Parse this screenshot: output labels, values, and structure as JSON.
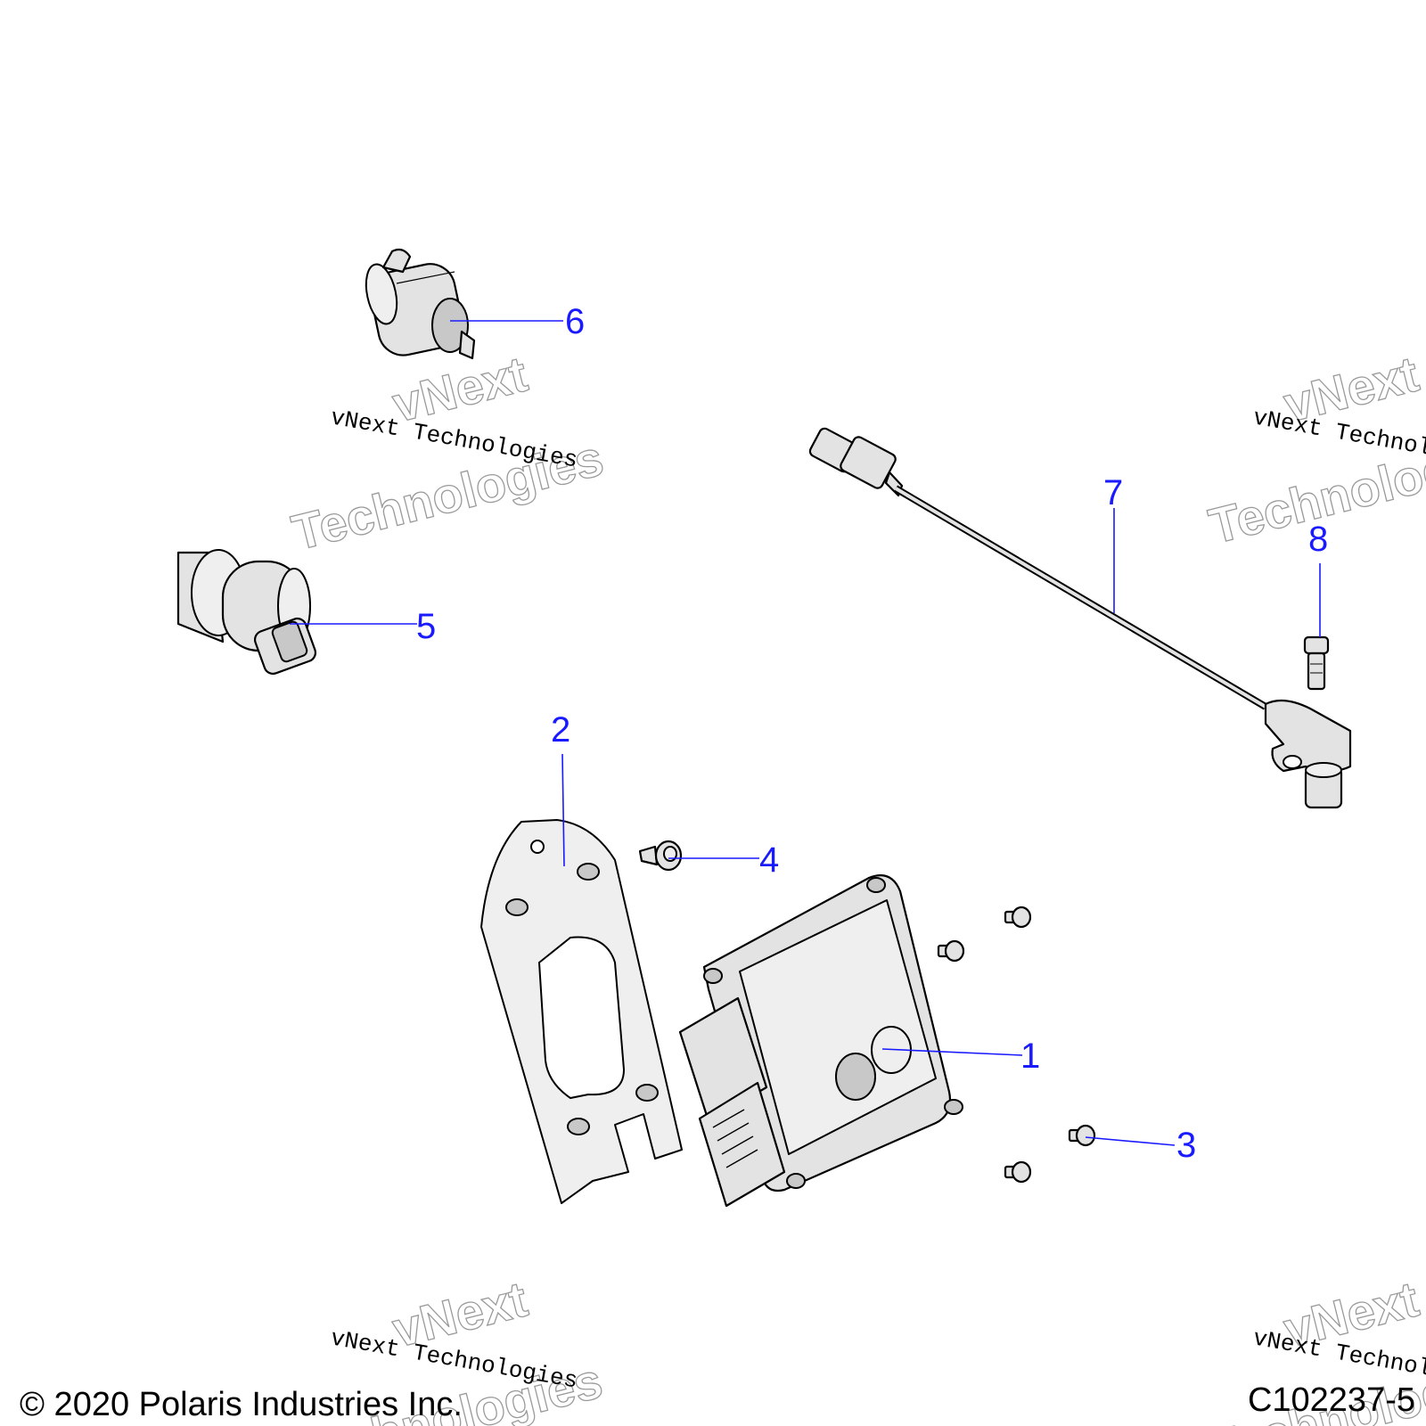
{
  "callouts": [
    "1",
    "2",
    "3",
    "4",
    "5",
    "6",
    "7",
    "8"
  ],
  "watermark": {
    "brand": "vNext",
    "word": "Technologies",
    "full": "vNext Technologies"
  },
  "footer": {
    "copyright": "© 2020 Polaris Industries Inc.",
    "drawing_id": "C102237-5"
  },
  "colors": {
    "callout": "#1a1aff",
    "part_fill": "#e3e3e3",
    "line": "#000000"
  }
}
